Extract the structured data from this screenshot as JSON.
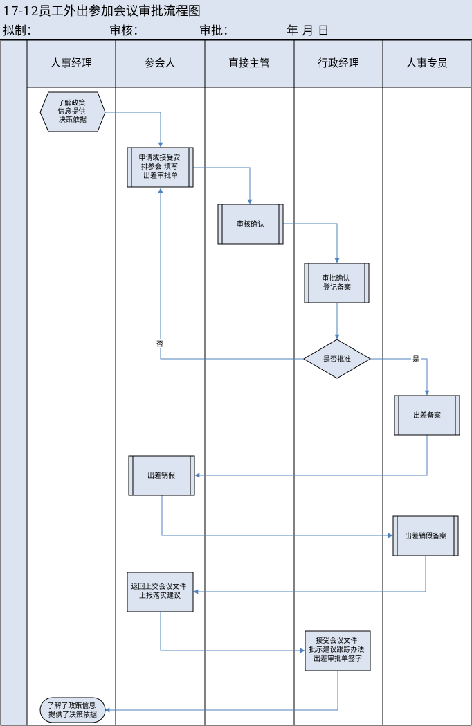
{
  "title": "17-12员工外出参加会议审批流程图",
  "meta": {
    "drafted_label": "拟制：",
    "reviewed_label": "审核：",
    "approved_label": "审批：",
    "date_label": "年 月 日"
  },
  "lanes": [
    "人事经理",
    "参会人",
    "直接主管",
    "行政经理",
    "人事专员"
  ],
  "nodes": {
    "start": [
      "了解政策",
      "信息提供",
      "决策依据"
    ],
    "apply": [
      "申请或接受安",
      "排参会  填写",
      "出差审批单"
    ],
    "review": [
      "审核确认"
    ],
    "approve_register": [
      "审批确认",
      "登记备案"
    ],
    "decision": [
      "是否批准"
    ],
    "trip_record": [
      "出差备案"
    ],
    "cancel_leave": [
      "出差销假"
    ],
    "cancel_record": [
      "出差销假备案"
    ],
    "submit_docs": [
      "返回上交会议文件",
      "上报落实建议"
    ],
    "receive_docs": [
      "接受会议文件",
      "批示建议跟踪办法",
      "出差审批单签字"
    ],
    "end": [
      "了解了政策信息",
      "提供了决策依据"
    ]
  },
  "edge_labels": {
    "yes": "是",
    "no": "否"
  },
  "colors": {
    "header_bg": "#dbe4f0",
    "lane_header_bg": "#dbe4f0",
    "node_fill": "#dbe4f0",
    "connector": "#4f81bd"
  }
}
